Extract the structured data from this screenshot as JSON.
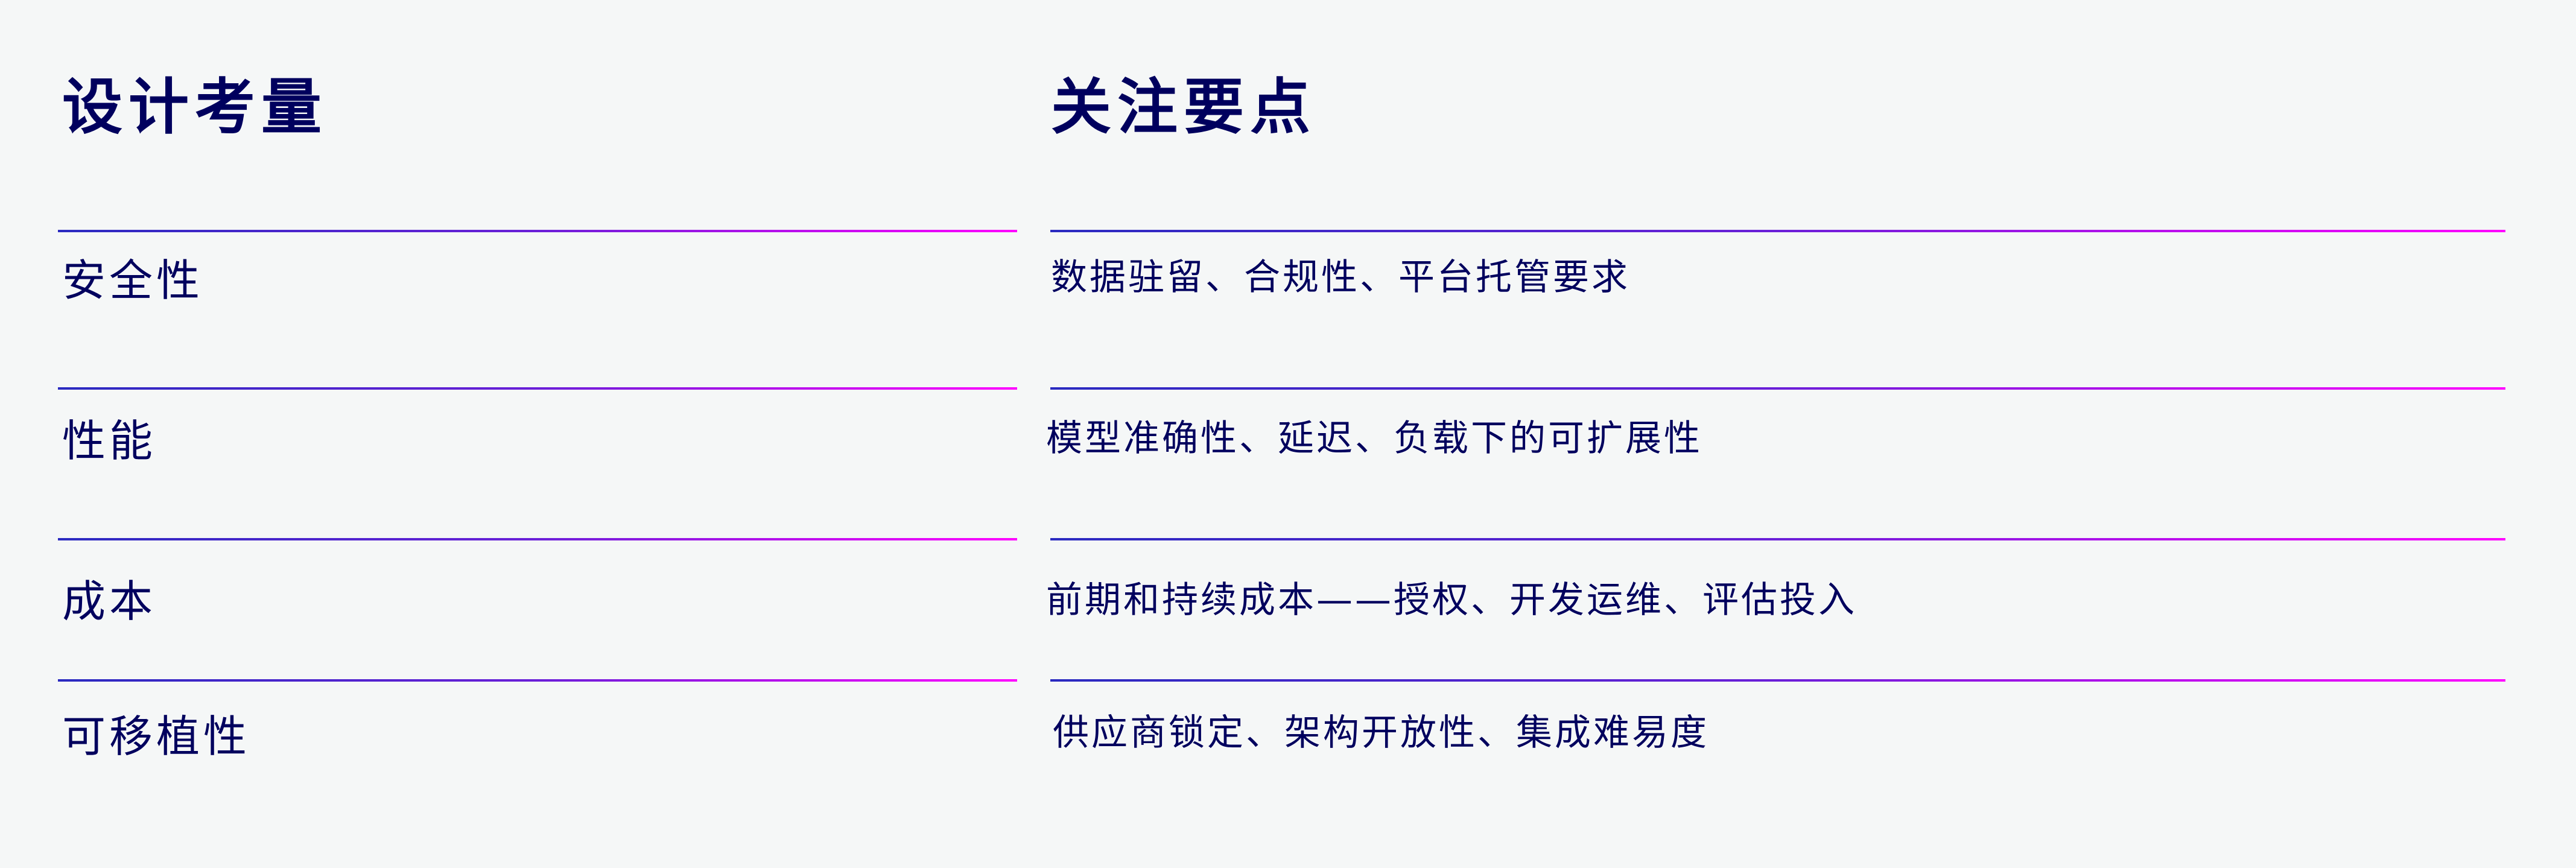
{
  "headers": {
    "left": "设计考量",
    "right": "关注要点"
  },
  "rows": [
    {
      "consideration": "安全性",
      "focus": "数据驻留、合规性、平台托管要求"
    },
    {
      "consideration": "性能",
      "focus": "模型准确性、延迟、负载下的可扩展性"
    },
    {
      "consideration": "成本",
      "focus": "前期和持续成本——授权、开发运维、评估投入"
    },
    {
      "consideration": "可移植性",
      "focus": "供应商锁定、架构开放性、集成难易度"
    }
  ],
  "colors": {
    "text": "#00005e",
    "line_start": "#2a2ac0",
    "line_end": "#ff00ff",
    "background": "#f5f7f7"
  }
}
